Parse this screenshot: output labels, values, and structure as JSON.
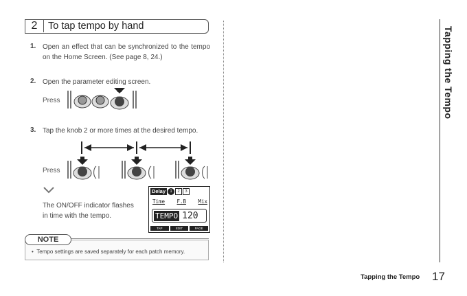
{
  "section": {
    "number": "2",
    "title": "To tap tempo by hand"
  },
  "steps": [
    {
      "num": "1.",
      "text": "Open an effect that can be synchronized to the tempo on the Home Screen. (See page 8, 24.)"
    },
    {
      "num": "2.",
      "text": "Open the parameter editing screen."
    },
    {
      "num": "3.",
      "text": "Tap the knob 2 or more times at the desired tempo."
    }
  ],
  "press_label_1": "Press",
  "press_label_2": "Press",
  "indicator_text_line1": "The ON/OFF indicator flashes",
  "indicator_text_line2": "in time with the tempo.",
  "lcd": {
    "header": "Delay",
    "tabs": [
      "1",
      "2",
      "3"
    ],
    "params": [
      "Time",
      "F.B",
      "Mix"
    ],
    "tempo_label": "TEMPO",
    "tempo_value": "120",
    "bottom": [
      "TAP",
      "EDIT",
      "PAGE"
    ]
  },
  "note": {
    "tag": "NOTE",
    "bullet": "Tempo settings are saved separately for each patch memory."
  },
  "side_title": "Tapping the Tempo",
  "footer": {
    "label": "Tapping the Tempo",
    "page": "17"
  }
}
